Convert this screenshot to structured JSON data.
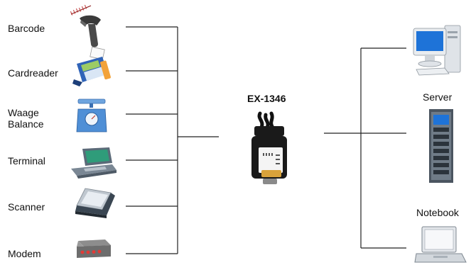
{
  "diagram": {
    "title": "EX-1346",
    "left_devices": [
      {
        "label": "Barcode",
        "icon": "barcode-scanner-icon"
      },
      {
        "label": "Cardreader",
        "icon": "card-reader-icon"
      },
      {
        "label": "Waage\nBalance",
        "icon": "scale-icon"
      },
      {
        "label": "Terminal",
        "icon": "terminal-icon"
      },
      {
        "label": "Scanner",
        "icon": "flatbed-scanner-icon"
      },
      {
        "label": "Modem",
        "icon": "modem-icon"
      }
    ],
    "right_devices": [
      {
        "label": "",
        "icon": "desktop-pc-icon"
      },
      {
        "label": "Server",
        "icon": "server-rack-icon"
      },
      {
        "label": "Notebook",
        "icon": "notebook-icon"
      }
    ],
    "colors": {
      "line": "#222222",
      "pc_screen": "#1e73d8",
      "adapter_body": "#1a1a1a"
    }
  }
}
